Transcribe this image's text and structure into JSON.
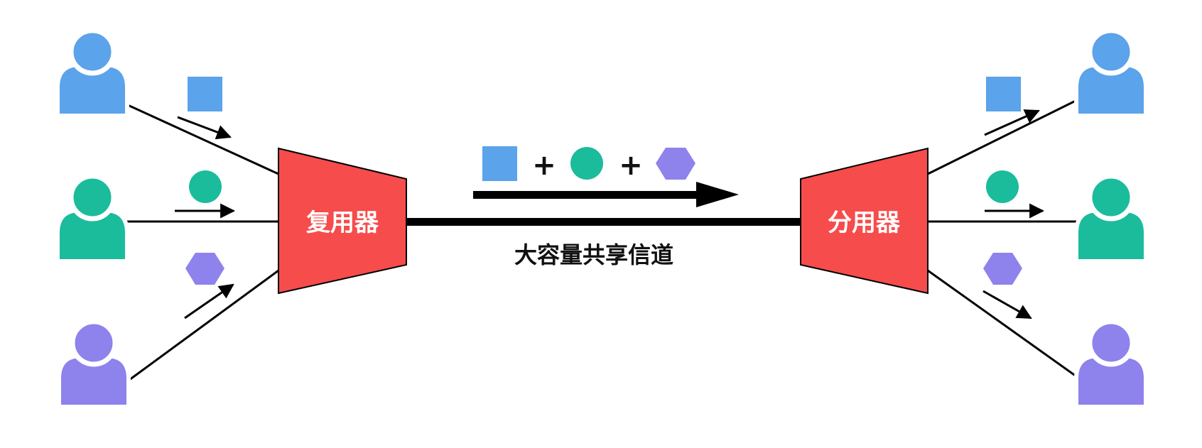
{
  "multiplexer_label": "复用器",
  "demultiplexer_label": "分用器",
  "channel_label": "大容量共享信道",
  "plus_sign": "+",
  "colors": {
    "user_1": "#5ba3ea",
    "user_2": "#1abc9c",
    "user_3": "#8e82ec",
    "device": "#f64c4c",
    "line": "#000000",
    "label_on_device": "#ffffff",
    "text": "#111111"
  },
  "signal_shapes": [
    "square",
    "circle",
    "hexagon"
  ],
  "icons": [
    "user-icon",
    "square-icon",
    "circle-icon",
    "hexagon-icon",
    "arrow-icon"
  ]
}
